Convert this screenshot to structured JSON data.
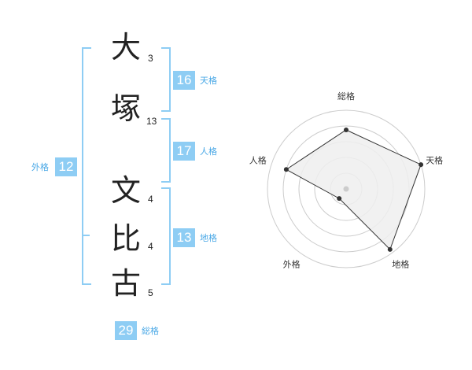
{
  "name": {
    "characters": [
      {
        "char": "大",
        "strokes": "3"
      },
      {
        "char": "塚",
        "strokes": "13"
      },
      {
        "char": "文",
        "strokes": "4"
      },
      {
        "char": "比",
        "strokes": "4"
      },
      {
        "char": "古",
        "strokes": "5"
      }
    ]
  },
  "scores": {
    "tenkaku": {
      "value": "16",
      "label": "天格"
    },
    "jinkaku": {
      "value": "17",
      "label": "人格"
    },
    "chikaku": {
      "value": "13",
      "label": "地格"
    },
    "gaikaku": {
      "value": "12",
      "label": "外格"
    },
    "soukaku": {
      "value": "29",
      "label": "総格"
    }
  },
  "chart_data": {
    "type": "radar",
    "axes": [
      "総格",
      "天格",
      "地格",
      "外格",
      "人格"
    ],
    "values": [
      29,
      16,
      13,
      12,
      17
    ],
    "relative_levels": [
      0.75,
      1.0,
      0.95,
      0.15,
      0.8
    ],
    "ring_count": 5,
    "colors": {
      "fill": "#efefef",
      "line": "#333333",
      "ring": "#cccccc",
      "point": "#333333",
      "center": "#cccccc"
    }
  },
  "colors": {
    "accent": "#8ecdf4",
    "label": "#4aa8e6"
  }
}
